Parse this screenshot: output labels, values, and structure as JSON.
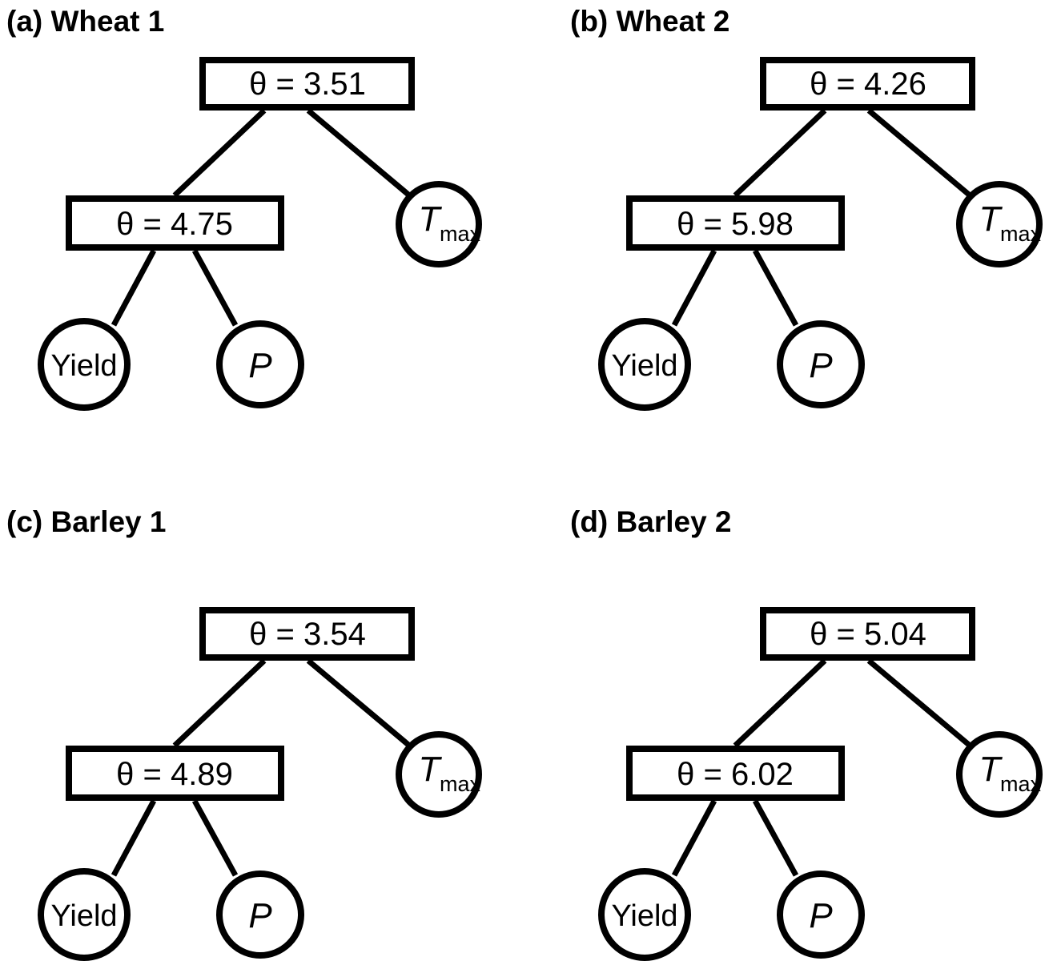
{
  "figure": {
    "background_color": "#ffffff",
    "stroke_color": "#000000",
    "panel_count": 4
  },
  "panels": [
    {
      "id": "wheat-1",
      "title": "(a) Wheat 1",
      "root": {
        "label": "θ = 3.51",
        "shape": "box"
      },
      "internal": {
        "label": "θ = 4.75",
        "shape": "box"
      },
      "leaves": [
        {
          "label": "Yield",
          "shape": "circle"
        },
        {
          "label": "P",
          "shape": "circle"
        },
        {
          "label": "T",
          "sub": "max",
          "shape": "circle"
        }
      ]
    },
    {
      "id": "wheat-2",
      "title": "(b) Wheat 2",
      "root": {
        "label": "θ = 4.26",
        "shape": "box"
      },
      "internal": {
        "label": "θ = 5.98",
        "shape": "box"
      },
      "leaves": [
        {
          "label": "Yield",
          "shape": "circle"
        },
        {
          "label": "P",
          "shape": "circle"
        },
        {
          "label": "T",
          "sub": "max",
          "shape": "circle"
        }
      ]
    },
    {
      "id": "barley-1",
      "title": "(c) Barley 1",
      "root": {
        "label": "θ = 3.54",
        "shape": "box"
      },
      "internal": {
        "label": "θ = 4.89",
        "shape": "box"
      },
      "leaves": [
        {
          "label": "Yield",
          "shape": "circle"
        },
        {
          "label": "P",
          "shape": "circle"
        },
        {
          "label": "T",
          "sub": "max",
          "shape": "circle"
        }
      ]
    },
    {
      "id": "barley-2",
      "title": "(d) Barley 2",
      "root": {
        "label": "θ = 5.04",
        "shape": "box"
      },
      "internal": {
        "label": "θ = 6.02",
        "shape": "box"
      },
      "leaves": [
        {
          "label": "Yield",
          "shape": "circle"
        },
        {
          "label": "P",
          "shape": "circle"
        },
        {
          "label": "T",
          "sub": "max",
          "shape": "circle"
        }
      ]
    }
  ],
  "chart_data": {
    "type": "diagram",
    "diagram_type": "hierarchical-tree",
    "title": "",
    "description": "Four hierarchical clustering dendrogram-style trees with threshold (theta) values at internal nodes and three leaf variables each.",
    "leaf_variables": [
      "Yield",
      "P",
      "Tmax"
    ],
    "trees": [
      {
        "panel": "(a) Wheat 1",
        "crop": "Wheat",
        "index": 1,
        "root_theta": 3.51,
        "internal_theta": 4.75,
        "topology": "((Yield,P),Tmax)",
        "nodes": [
          {
            "id": "root",
            "label": "θ = 3.51",
            "theta": 3.51,
            "shape": "box",
            "children": [
              "internal",
              "Tmax"
            ]
          },
          {
            "id": "internal",
            "label": "θ = 4.75",
            "theta": 4.75,
            "shape": "box",
            "children": [
              "Yield",
              "P"
            ]
          },
          {
            "id": "Yield",
            "label": "Yield",
            "shape": "circle",
            "children": []
          },
          {
            "id": "P",
            "label": "P",
            "shape": "circle",
            "children": []
          },
          {
            "id": "Tmax",
            "label": "Tmax",
            "shape": "circle",
            "children": []
          }
        ]
      },
      {
        "panel": "(b) Wheat 2",
        "crop": "Wheat",
        "index": 2,
        "root_theta": 4.26,
        "internal_theta": 5.98,
        "topology": "((Yield,P),Tmax)",
        "nodes": [
          {
            "id": "root",
            "label": "θ = 4.26",
            "theta": 4.26,
            "shape": "box",
            "children": [
              "internal",
              "Tmax"
            ]
          },
          {
            "id": "internal",
            "label": "θ = 5.98",
            "theta": 5.98,
            "shape": "box",
            "children": [
              "Yield",
              "P"
            ]
          },
          {
            "id": "Yield",
            "label": "Yield",
            "shape": "circle",
            "children": []
          },
          {
            "id": "P",
            "label": "P",
            "shape": "circle",
            "children": []
          },
          {
            "id": "Tmax",
            "label": "Tmax",
            "shape": "circle",
            "children": []
          }
        ]
      },
      {
        "panel": "(c) Barley 1",
        "crop": "Barley",
        "index": 1,
        "root_theta": 3.54,
        "internal_theta": 4.89,
        "topology": "((Yield,P),Tmax)",
        "nodes": [
          {
            "id": "root",
            "label": "θ = 3.54",
            "theta": 3.54,
            "shape": "box",
            "children": [
              "internal",
              "Tmax"
            ]
          },
          {
            "id": "internal",
            "label": "θ = 4.89",
            "theta": 4.89,
            "shape": "box",
            "children": [
              "Yield",
              "P"
            ]
          },
          {
            "id": "Yield",
            "label": "Yield",
            "shape": "circle",
            "children": []
          },
          {
            "id": "P",
            "label": "P",
            "shape": "circle",
            "children": []
          },
          {
            "id": "Tmax",
            "label": "Tmax",
            "shape": "circle",
            "children": []
          }
        ]
      },
      {
        "panel": "(d) Barley 2",
        "crop": "Barley",
        "index": 2,
        "root_theta": 5.04,
        "internal_theta": 6.02,
        "topology": "((Yield,P),Tmax)",
        "nodes": [
          {
            "id": "root",
            "label": "θ = 5.04",
            "theta": 5.04,
            "shape": "box",
            "children": [
              "internal",
              "Tmax"
            ]
          },
          {
            "id": "internal",
            "label": "θ = 6.02",
            "theta": 6.02,
            "shape": "box",
            "children": [
              "Yield",
              "P"
            ]
          },
          {
            "id": "Yield",
            "label": "Yield",
            "shape": "circle",
            "children": []
          },
          {
            "id": "P",
            "label": "P",
            "shape": "circle",
            "children": []
          },
          {
            "id": "Tmax",
            "label": "Tmax",
            "shape": "circle",
            "children": []
          }
        ]
      }
    ]
  }
}
